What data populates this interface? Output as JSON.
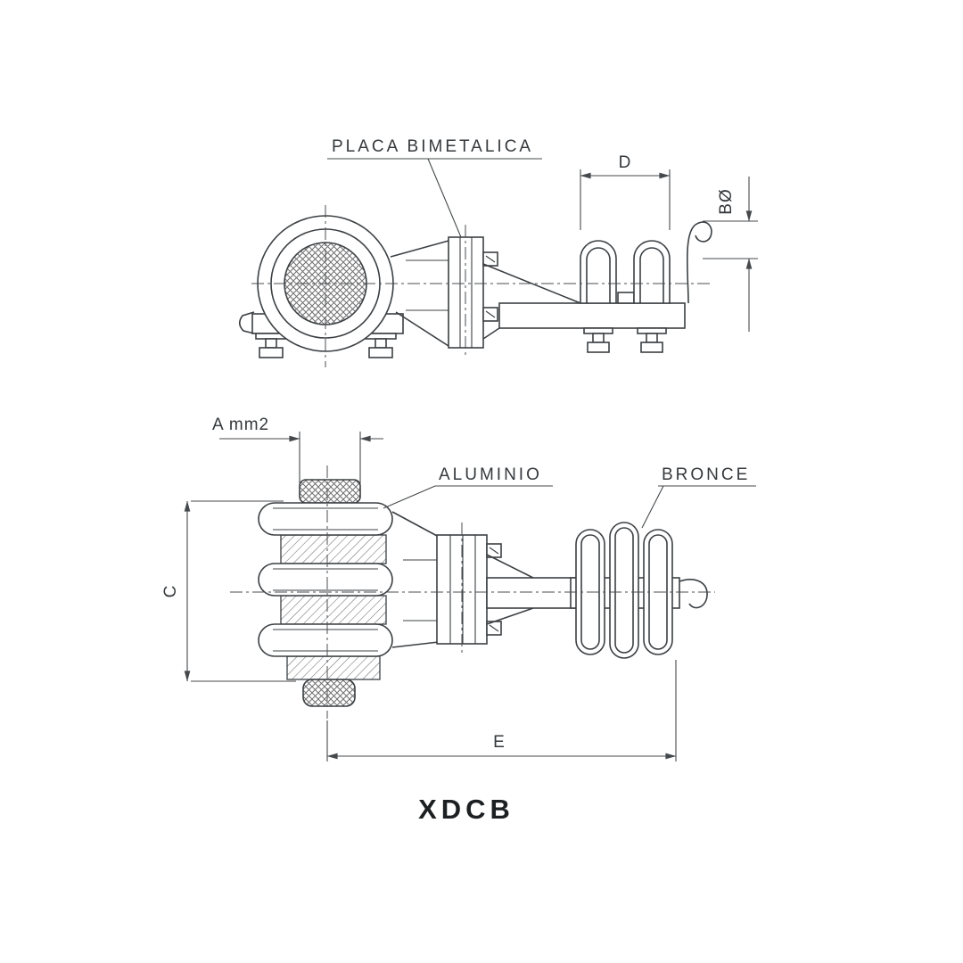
{
  "drawing": {
    "title": "XDCB",
    "part_labels": {
      "bimetallic_plate": "PLACA BIMETALICA",
      "aluminum": "ALUMINIO",
      "bronze": "BRONCE"
    },
    "dimension_labels": {
      "d": "D",
      "b_diameter": "BØ",
      "conductor_area": "A mm2",
      "c": "C",
      "e": "E"
    },
    "colors": {
      "line": "#3c4043",
      "text": "#35393c",
      "background": "#ffffff"
    }
  }
}
